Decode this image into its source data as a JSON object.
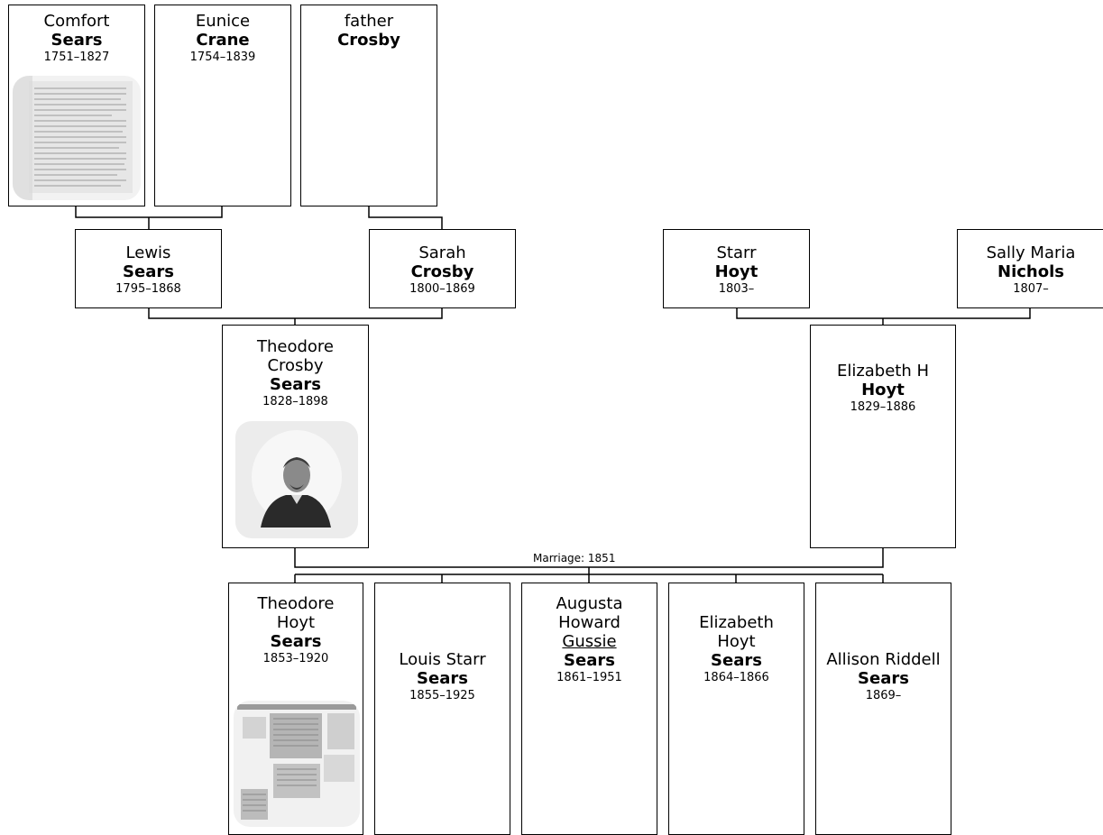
{
  "people": {
    "comfort": {
      "given": "Comfort",
      "surname": "Sears",
      "dates": "1751–1827",
      "photo": "document-scan"
    },
    "eunice": {
      "given": "Eunice",
      "surname": "Crane",
      "dates": "1754–1839"
    },
    "father": {
      "given": "father",
      "surname": "Crosby",
      "dates": ""
    },
    "lewis": {
      "given": "Lewis",
      "surname": "Sears",
      "dates": "1795–1868"
    },
    "sarah": {
      "given": "Sarah",
      "surname": "Crosby",
      "dates": "1800–1869"
    },
    "starr": {
      "given": "Starr",
      "surname": "Hoyt",
      "dates": "1803–"
    },
    "sally": {
      "given": "Sally Maria",
      "surname": "Nichols",
      "dates": "1807–"
    },
    "theodore": {
      "given1": "Theodore",
      "given2": "Crosby",
      "surname": "Sears",
      "dates": "1828–1898",
      "photo": "portrait"
    },
    "elizabeth": {
      "given": "Elizabeth H",
      "surname": "Hoyt",
      "dates": "1829–1886"
    },
    "child1": {
      "given1": "Theodore",
      "given2": "Hoyt",
      "surname": "Sears",
      "dates": "1853–1920",
      "photo": "newspaper-clipping"
    },
    "child2": {
      "given": "Louis Starr",
      "surname": "Sears",
      "dates": "1855–1925"
    },
    "child3": {
      "given1": "Augusta",
      "given2": "Howard",
      "nickname": "Gussie",
      "surname": "Sears",
      "dates": "1861–1951"
    },
    "child4": {
      "given1": "Elizabeth",
      "given2": "Hoyt",
      "surname": "Sears",
      "dates": "1864–1866"
    },
    "child5": {
      "given": "Allison Riddell",
      "surname": "Sears",
      "dates": "1869–"
    }
  },
  "marriage_label": "Marriage: 1851"
}
